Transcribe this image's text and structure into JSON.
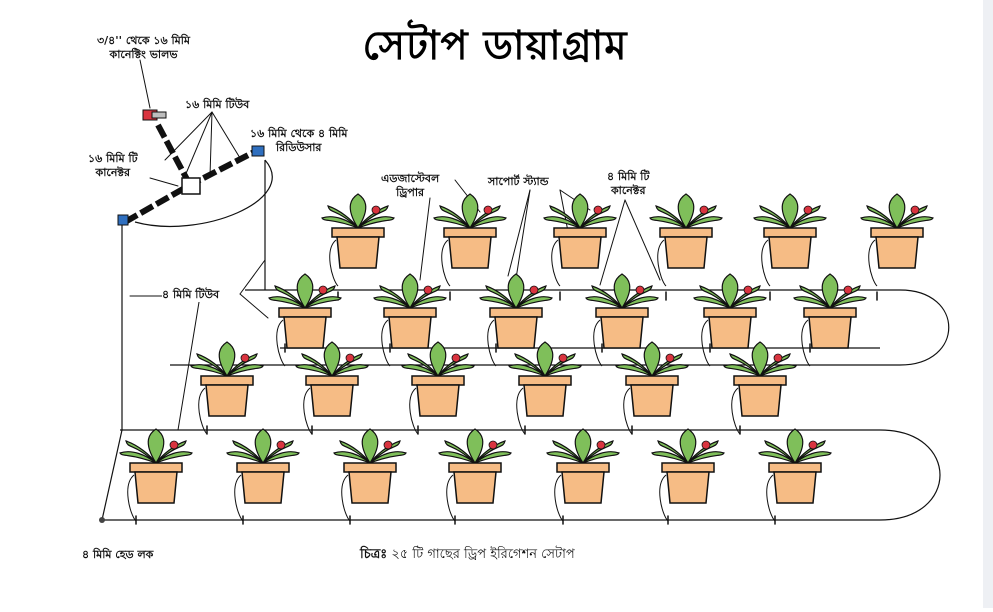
{
  "title": "সেটাপ ডায়াগ্রাম",
  "caption": {
    "prefix": "চিত্রঃ",
    "text": "২৫ টি গাছের ড্রিপ ইরিগেশন সেটাপ"
  },
  "labels": {
    "valve": [
      "৩/৪'' থেকে ১৬ মিমি",
      "কানেক্টিং ভালভ"
    ],
    "tube16": "১৬ মিমি টিউব",
    "reducer": [
      "১৬ মিমি থেকে ৪ মিমি",
      "রিডিউসার"
    ],
    "tconnector16": [
      "১৬ মিমি টি",
      "কানেক্টর"
    ],
    "tube4": "৪ মিমি টিউব",
    "dripper": [
      "এডজাস্টেবল",
      "ড্রিপার"
    ],
    "support": "সাপোর্ট স্ট্যান্ড",
    "tconnector4": [
      "৪ মিমি টি",
      "কানেক্টর"
    ],
    "headlock": "৪ মিমি হেড লক"
  },
  "colors": {
    "pot": "#f6bc85",
    "leaf": "#7fbf5a",
    "dripper": "#d9343f",
    "reducer": "#2f6fbf"
  },
  "icons": [
    "plant-pot-icon",
    "dripper-icon",
    "valve-icon",
    "reducer-icon",
    "t-connector-icon",
    "head-lock-icon"
  ],
  "plant_count": 25
}
